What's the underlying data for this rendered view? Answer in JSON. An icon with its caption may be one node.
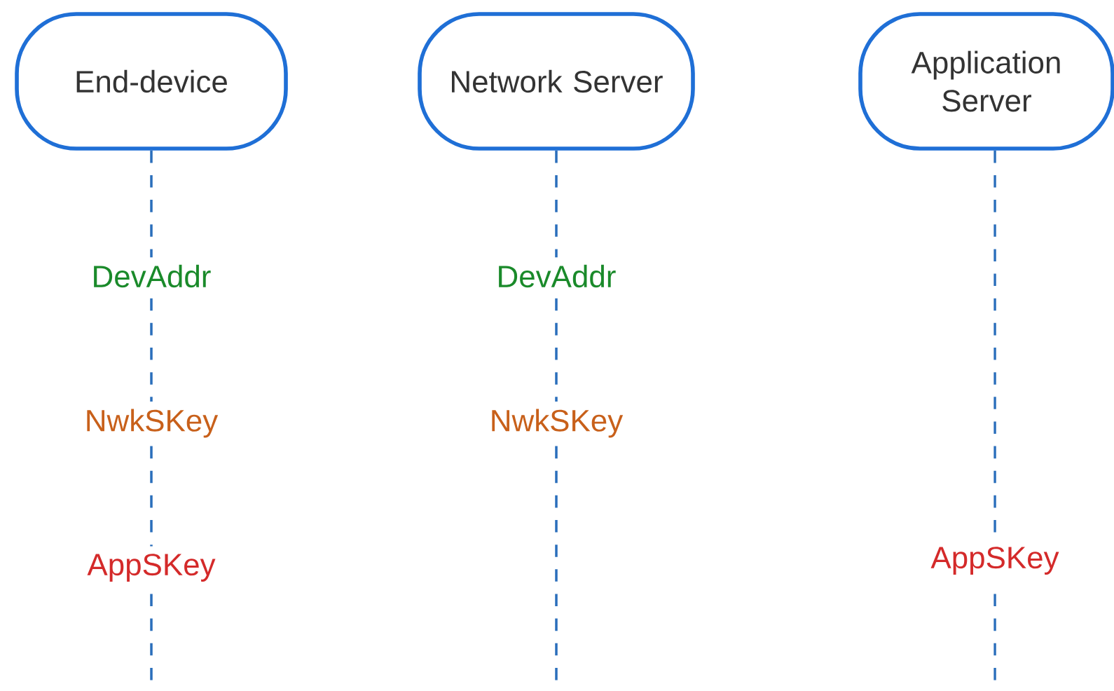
{
  "diagram": {
    "nodes": [
      {
        "text": [
          "End-device"
        ]
      },
      {
        "text": [
          "Network Server"
        ]
      },
      {
        "text": [
          "Application Server"
        ]
      }
    ],
    "edges": [
      {
        "from": 0,
        "to": null,
        "arrow": "none",
        "style": "dashed"
      },
      {
        "from": 1,
        "to": null,
        "arrow": "none",
        "style": "dashed"
      },
      {
        "from": 2,
        "to": null,
        "arrow": "none",
        "style": "dashed"
      }
    ],
    "labels": [
      "DevAddr",
      "DevAddr",
      "NwkSKey",
      "NwkSKey",
      "AppSKey",
      "AppSKey"
    ]
  }
}
